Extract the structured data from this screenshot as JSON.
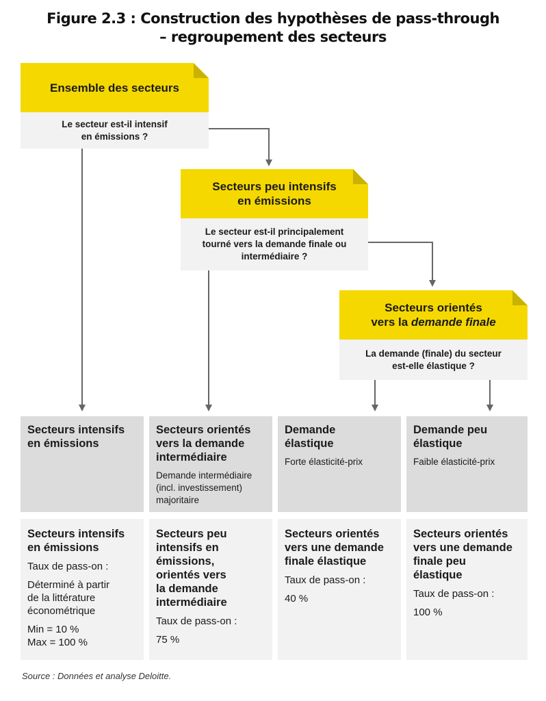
{
  "title": {
    "line1": "Figure 2.3 : Construction des hypothèses de pass-through",
    "line2": "– regroupement des secteurs"
  },
  "box1": {
    "heading": "Ensemble des secteurs",
    "question_line1": "Le secteur est-il intensif",
    "question_line2": "en émissions ?"
  },
  "box2": {
    "heading_line1": "Secteurs peu intensifs",
    "heading_line2": "en émissions",
    "question_line1": "Le secteur est-il principalement",
    "question_line2": "tourné vers la demande finale ou",
    "question_line3": "intermédiaire ?"
  },
  "box3": {
    "heading_line1": "Secteurs orientés",
    "heading_line2_prefix": "vers la ",
    "heading_line2_italic": "demande finale",
    "question_line1": "La demande (finale) du secteur",
    "question_line2": "est-elle élastique ?"
  },
  "categories": [
    {
      "title": [
        "Secteurs intensifs",
        "en émissions"
      ],
      "sub": []
    },
    {
      "title": [
        "Secteurs orientés",
        "vers la demande",
        "intermédiaire"
      ],
      "sub": [
        "Demande intermédiaire",
        "(incl. investissement)",
        "majoritaire"
      ]
    },
    {
      "title": [
        "Demande",
        "élastique"
      ],
      "sub": [
        "Forte élasticité-prix"
      ]
    },
    {
      "title": [
        "Demande peu",
        "élastique"
      ],
      "sub": [
        "Faible élasticité-prix"
      ]
    }
  ],
  "results": [
    {
      "title": [
        "Secteurs intensifs",
        "en émissions"
      ],
      "rate_label": "Taux de pass-on :",
      "rate_lines": [
        "Déterminé à partir",
        "de la littérature",
        "économétrique"
      ],
      "extra_lines": [
        "Min = 10 %",
        "Max = 100 %"
      ]
    },
    {
      "title": [
        "Secteurs peu",
        "intensifs en",
        "émissions,",
        "orientés vers",
        "la demande",
        "intermédiaire"
      ],
      "rate_label": "Taux de pass-on :",
      "rate_lines": [
        "75 %"
      ],
      "extra_lines": []
    },
    {
      "title": [
        "Secteurs orientés",
        "vers une demande",
        "finale élastique"
      ],
      "rate_label": "Taux de pass-on :",
      "rate_lines": [
        "40 %"
      ],
      "extra_lines": []
    },
    {
      "title": [
        "Secteurs orientés",
        "vers une demande",
        "finale peu",
        "élastique"
      ],
      "rate_label": "Taux de pass-on :",
      "rate_lines": [
        "100 %"
      ],
      "extra_lines": []
    }
  ],
  "source": "Source : Données et analyse Deloitte.",
  "colors": {
    "yellow": "#f5d800",
    "grey_dark": "#dcdcdc",
    "grey_light": "#f2f2f2",
    "arrow": "#666666"
  }
}
